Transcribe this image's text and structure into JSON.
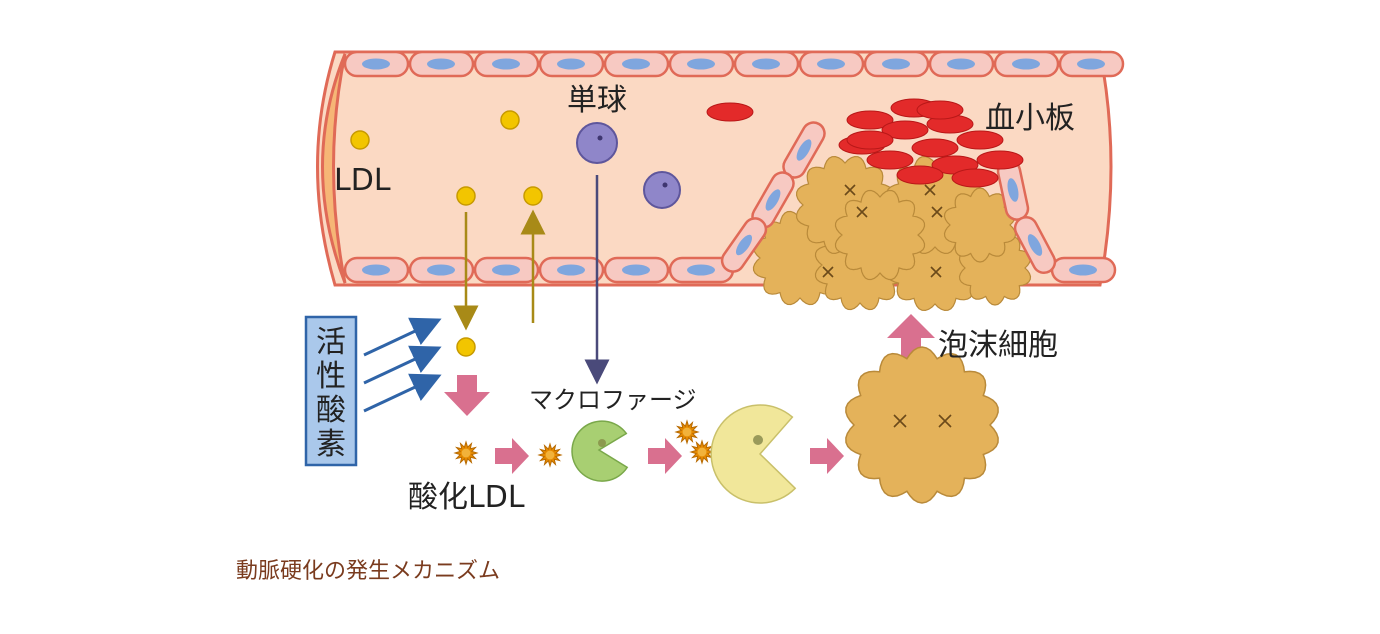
{
  "labels": {
    "ldl": "LDL",
    "monocyte": "単球",
    "platelet": "血小板",
    "ros": "活性酸素",
    "oxidized_ldl": "酸化LDL",
    "macrophage": "マクロファージ",
    "foam_cell": "泡沫細胞"
  },
  "caption": "動脈硬化の発生メカニズム",
  "colors": {
    "vessel_fill": "#fbd9c3",
    "vessel_stroke": "#e06a57",
    "cell_fill": "#f7c9c2",
    "nucleus": "#7fa6de",
    "ldl": "#f2c500",
    "monocyte": "#8f86c9",
    "platelet": "#e32a2a",
    "foam": "#e4b25a",
    "pink_arrow": "#d9708f",
    "ros_box": "#aac8eb",
    "ros_arrow": "#2f64a8",
    "oxidized_ldl": "#e68a00",
    "macrophage_small": "#a8cf72",
    "macrophage_big": "#f1e79a",
    "caption": "#7a3b1e"
  }
}
